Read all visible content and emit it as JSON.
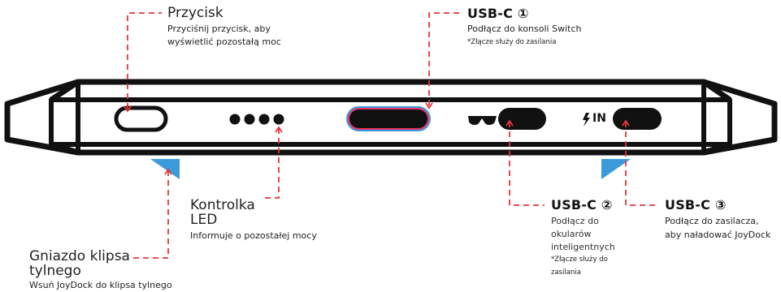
{
  "colors": {
    "outline": "#111111",
    "callout": "#e8333b",
    "cable_blue": "#3b9ad9",
    "cable_pink": "#e8336a",
    "clip": "#3b9ad9"
  },
  "callouts": {
    "button": {
      "title": "Przycisk",
      "desc_line1": "Przyciśnij przycisk, aby",
      "desc_line2": "wyświetlić pozostałą moc"
    },
    "usbc1": {
      "title": "USB-C ①",
      "desc": "Podłącz do konsoli Switch",
      "note": "*Złącze służy do zasilania"
    },
    "led": {
      "title_line1": "Kontrolka",
      "title_line2": "LED",
      "desc": "Informuje o pozostałej mocy"
    },
    "clip_socket": {
      "title_line1": "Gniazdo klipsa",
      "title_line2": "tylnego",
      "desc": "Wsuń JoyDock do klipsa tylnego"
    },
    "usbc2": {
      "title": "USB-C ②",
      "desc_line1": "Podłącz do",
      "desc_line2": "okularów",
      "desc_line3": "inteligentnych",
      "note_line1": "*Złącze służy do",
      "note_line2": "zasilania"
    },
    "usbc3": {
      "title": "USB-C ③",
      "desc_line1": "Podłącz do zasilacza,",
      "desc_line2": "aby naładować JoyDock"
    }
  },
  "device": {
    "in_label": "IN",
    "icons": [
      "power-button-icon",
      "led-indicator-icon",
      "glasses-icon",
      "lightning-icon",
      "usb-c-port-icon"
    ]
  }
}
